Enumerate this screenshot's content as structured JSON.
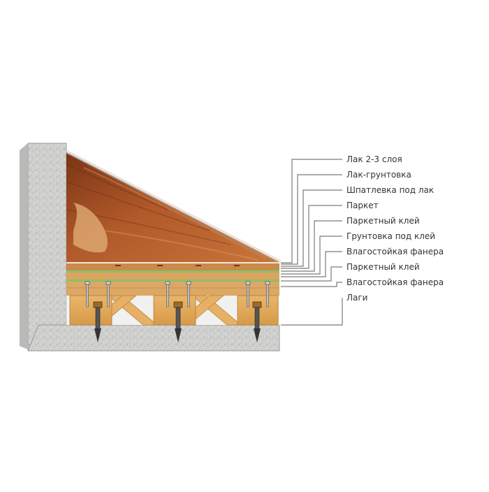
{
  "labels": [
    "Лак 2-3 слоя",
    "Лак-грунтовка",
    "Шпатлевка под лак",
    "Паркет",
    "Паркетный клей",
    "Грунтовка под клей",
    "Влагостойкая фанера",
    "Паркетный клей",
    "Влагостойкая фанера",
    "Лаги"
  ],
  "colors": {
    "concrete": "#c9c9c7",
    "wood_dark": "#8a3f1a",
    "wood_light": "#c9783a",
    "plywood": "#d9a560",
    "joist": "#e2ad5e",
    "glue_green": "#8fbf6a",
    "leader": "#7a7a7a"
  }
}
